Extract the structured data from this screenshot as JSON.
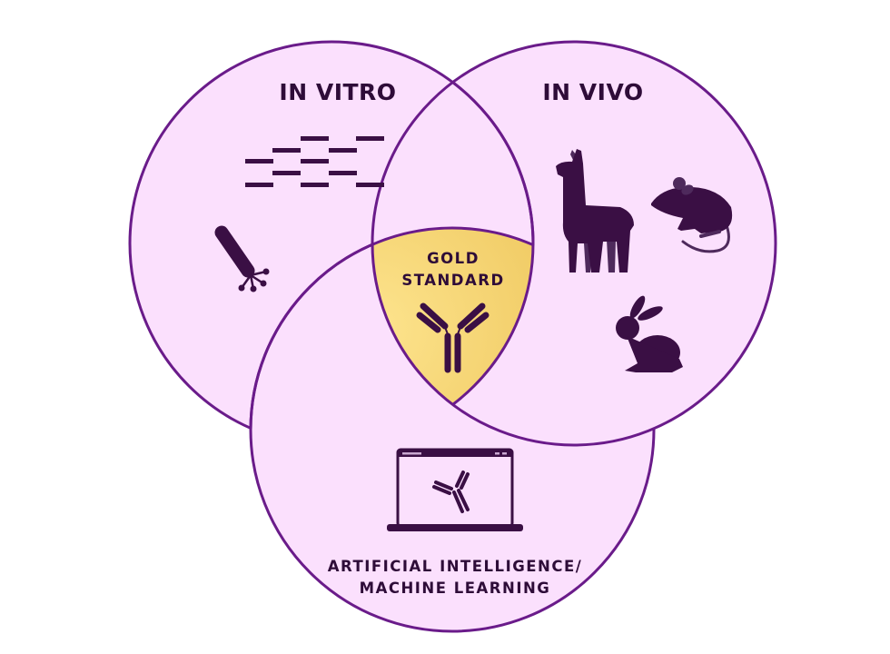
{
  "labels": {
    "in_vitro": "IN VITRO",
    "in_vivo": "IN VIVO",
    "gold_line1": "GOLD",
    "gold_line2": "STANDARD",
    "ai_line1": "ARTIFICIAL INTELLIGENCE/",
    "ai_line2": "MACHINE LEARNING"
  },
  "colors": {
    "circle_fill": "#fbe0fd",
    "circle_stroke": "#6a1b8a",
    "icon": "#3a0f44",
    "gold_light": "#fde48e",
    "gold_dark": "#b48826"
  },
  "icons": [
    "dna-sequence-icon",
    "bacteriophage-icon",
    "llama-icon",
    "mouse-icon",
    "rabbit-icon",
    "antibody-icon",
    "laptop-icon"
  ]
}
